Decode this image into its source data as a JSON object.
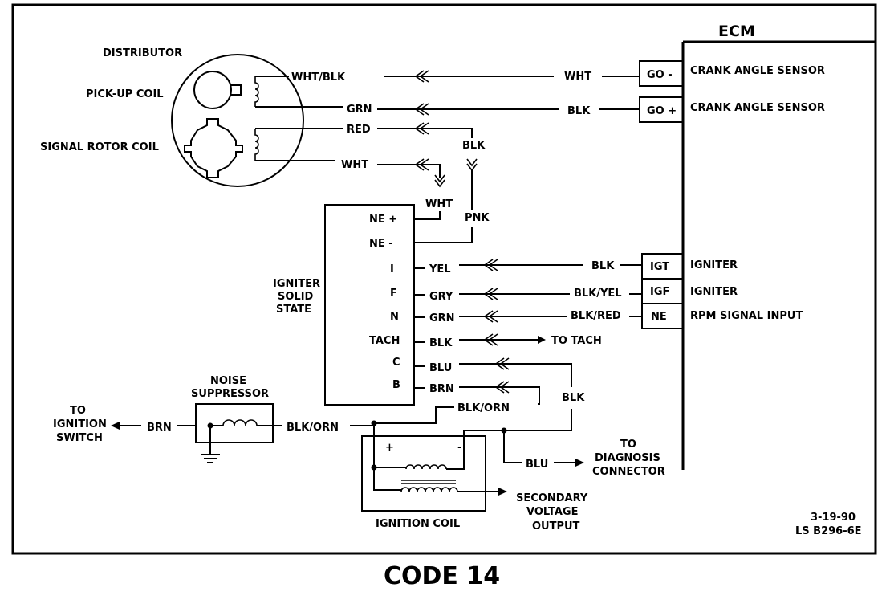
{
  "ecm": {
    "title": "ECM"
  },
  "distributor": {
    "title": "DISTRIBUTOR",
    "pickup_coil": "PICK-UP COIL",
    "signal_rotor_coil": "SIGNAL ROTOR COIL"
  },
  "ecm_terminals": [
    {
      "pin": "GO -",
      "name": "CRANK ANGLE SENSOR"
    },
    {
      "pin": "GO +",
      "name": "CRANK ANGLE SENSOR"
    },
    {
      "pin": "IGT",
      "name": "IGNITER"
    },
    {
      "pin": "IGF",
      "name": "IGNITER"
    },
    {
      "pin": "NE",
      "name": "RPM SIGNAL INPUT"
    }
  ],
  "igniter": {
    "title_lines": [
      "IGNITER",
      "SOLID",
      "STATE"
    ],
    "pins": [
      "NE +",
      "NE -",
      "I",
      "F",
      "N",
      "TACH",
      "C",
      "B"
    ]
  },
  "wires": {
    "wht_blk": "WHT/BLK",
    "wht1": "WHT",
    "grn1": "GRN",
    "blk1": "BLK",
    "red": "RED",
    "blk2": "BLK",
    "wht2": "WHT",
    "wht3": "WHT",
    "pnk": "PNK",
    "yel": "YEL",
    "blk3": "BLK",
    "gry": "GRY",
    "blk_yel": "BLK/YEL",
    "grn2": "GRN",
    "blk_red": "BLK/RED",
    "blk_tach": "BLK",
    "to_tach": "TO TACH",
    "blu1": "BLU",
    "brn_b": "BRN",
    "blk4": "BLK",
    "blk_orn1": "BLK/ORN",
    "blk_orn2": "BLK/ORN",
    "brn_ign": "BRN",
    "blu2": "BLU"
  },
  "noise_suppressor": [
    "NOISE",
    "SUPPRESSOR"
  ],
  "ignition_switch": [
    "TO",
    "IGNITION",
    "SWITCH"
  ],
  "ignition_coil": {
    "title": "IGNITION COIL",
    "plus": "+",
    "minus": "-"
  },
  "diagnosis_connector": [
    "TO",
    "DIAGNOSIS",
    "CONNECTOR"
  ],
  "secondary_output": [
    "SECONDARY",
    "VOLTAGE",
    "OUTPUT"
  ],
  "date_code": [
    "3-19-90",
    "LS B296-6E"
  ],
  "caption": "CODE 14"
}
